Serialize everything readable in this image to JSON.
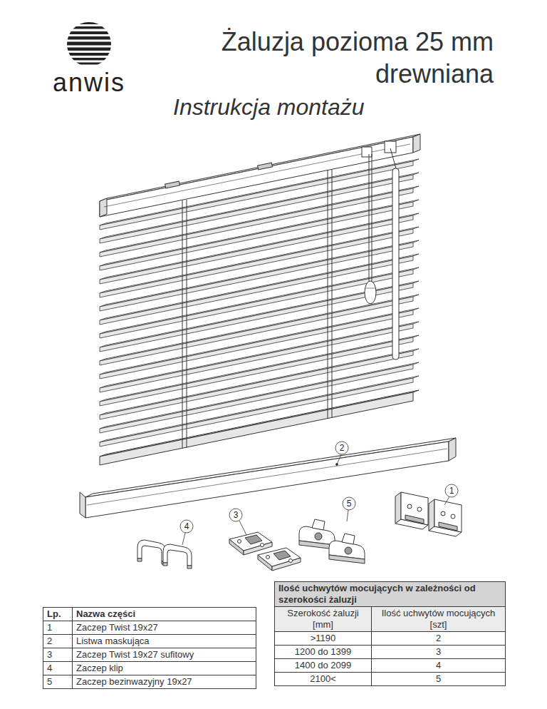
{
  "diagram": {
    "title": "Żaluzja pozioma 25 mm drewniana",
    "labels": [
      "anwis",
      "Instrukcja montażu",
      "2",
      "1",
      "5",
      "3",
      "4",
      "Lp.",
      "Nazwa części",
      "1",
      "Zaczep Twist 19x27",
      "2",
      "Listwa maskująca",
      "3",
      "Zaczep Twist 19x27 sufitowy",
      "4",
      "Zaczep klip",
      "5",
      "Zaczep bezinwazyjny 19x27",
      "Ilość uchwytów mocujących w zależności od szerokości żaluzji",
      "Szerokość żaluzji [mm]",
      "Ilość uchwytów mocujących [szt]",
      ">1190",
      "2",
      "1200 do 1399",
      "3",
      "1400 do 2099",
      "4",
      "2100<",
      "5"
    ]
  }
}
